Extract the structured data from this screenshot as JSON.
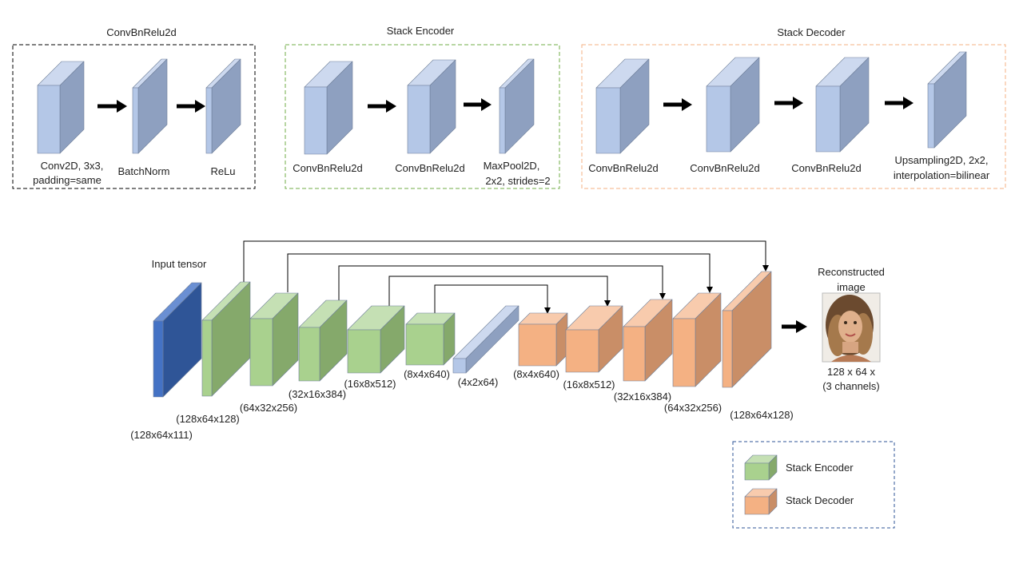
{
  "colors": {
    "blue_front": "#b4c7e7",
    "blue_top": "#cdd9ef",
    "blue_side": "#8ea0c0",
    "dark_blue_front": "#4472c4",
    "dark_blue_top": "#6a8fd3",
    "dark_blue_side": "#2f5597",
    "green_front": "#a9d18e",
    "green_top": "#c5e0b4",
    "green_side": "#85a96b",
    "orange_front": "#f4b183",
    "orange_top": "#f8cbad",
    "orange_side": "#c98e67",
    "encoder_border": "#70ad47",
    "decoder_border": "#f4b183",
    "conv_border": "#000000",
    "legend_border": "#2f5597"
  },
  "panels": {
    "conv": {
      "title": "ConvBnRelu2d",
      "labels": [
        [
          "Conv2D, 3x3,",
          "padding=same"
        ],
        [
          "BatchNorm"
        ],
        [
          "ReLu"
        ]
      ]
    },
    "encoder": {
      "title": "Stack Encoder",
      "labels": [
        [
          "ConvBnRelu2d"
        ],
        [
          "ConvBnRelu2d"
        ],
        [
          "MaxPool2D,",
          "2x2, strides=2"
        ]
      ]
    },
    "decoder": {
      "title": "Stack Decoder",
      "labels": [
        [
          "ConvBnRelu2d"
        ],
        [
          "ConvBnRelu2d"
        ],
        [
          "ConvBnRelu2d"
        ],
        [
          "Upsampling2D, 2x2,",
          "interpolation=bilinear"
        ]
      ]
    }
  },
  "network": {
    "input_label": "Input tensor",
    "encoder_dims": [
      "(128x64x111)",
      "(128x64x128)",
      "(64x32x256)",
      "(32x16x384)",
      "(16x8x512)",
      "(8x4x640)"
    ],
    "bottleneck_dim": "(4x2x64)",
    "decoder_dims": [
      "(8x4x640)",
      "(16x8x512)",
      "(32x16x384)",
      "(64x32x256)",
      "(128x64x128)"
    ],
    "output_title": [
      "Reconstructed",
      "image"
    ],
    "output_caption": [
      "128 x 64 x",
      "(3 channels)"
    ]
  },
  "legend": {
    "items": [
      {
        "label": "Stack Encoder",
        "color": "green"
      },
      {
        "label": "Stack Decoder",
        "color": "orange"
      }
    ]
  }
}
